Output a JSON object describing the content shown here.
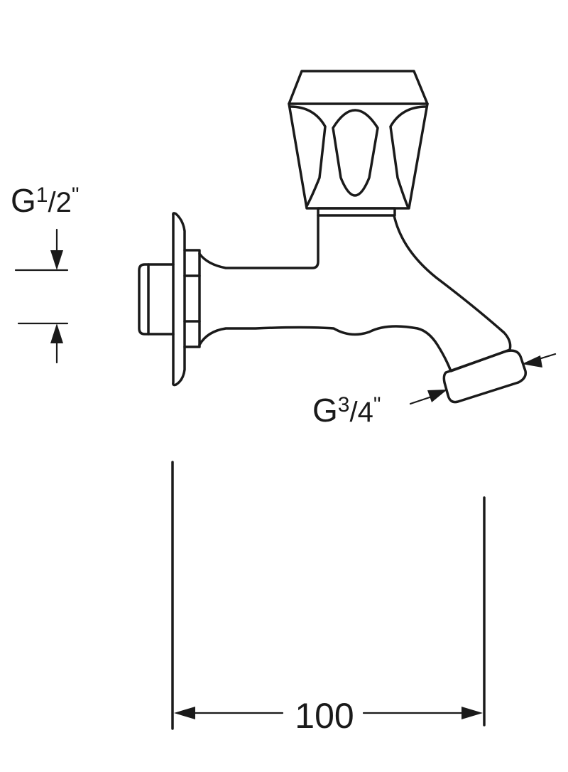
{
  "labels": {
    "inlet_thread": {
      "main": "G",
      "num": "1",
      "sep": "/",
      "den": "2",
      "mark": "\""
    },
    "outlet_thread": {
      "main": "G",
      "num": "3",
      "sep": "/",
      "den": "4",
      "mark": "\""
    },
    "projection_dimension": "100"
  }
}
